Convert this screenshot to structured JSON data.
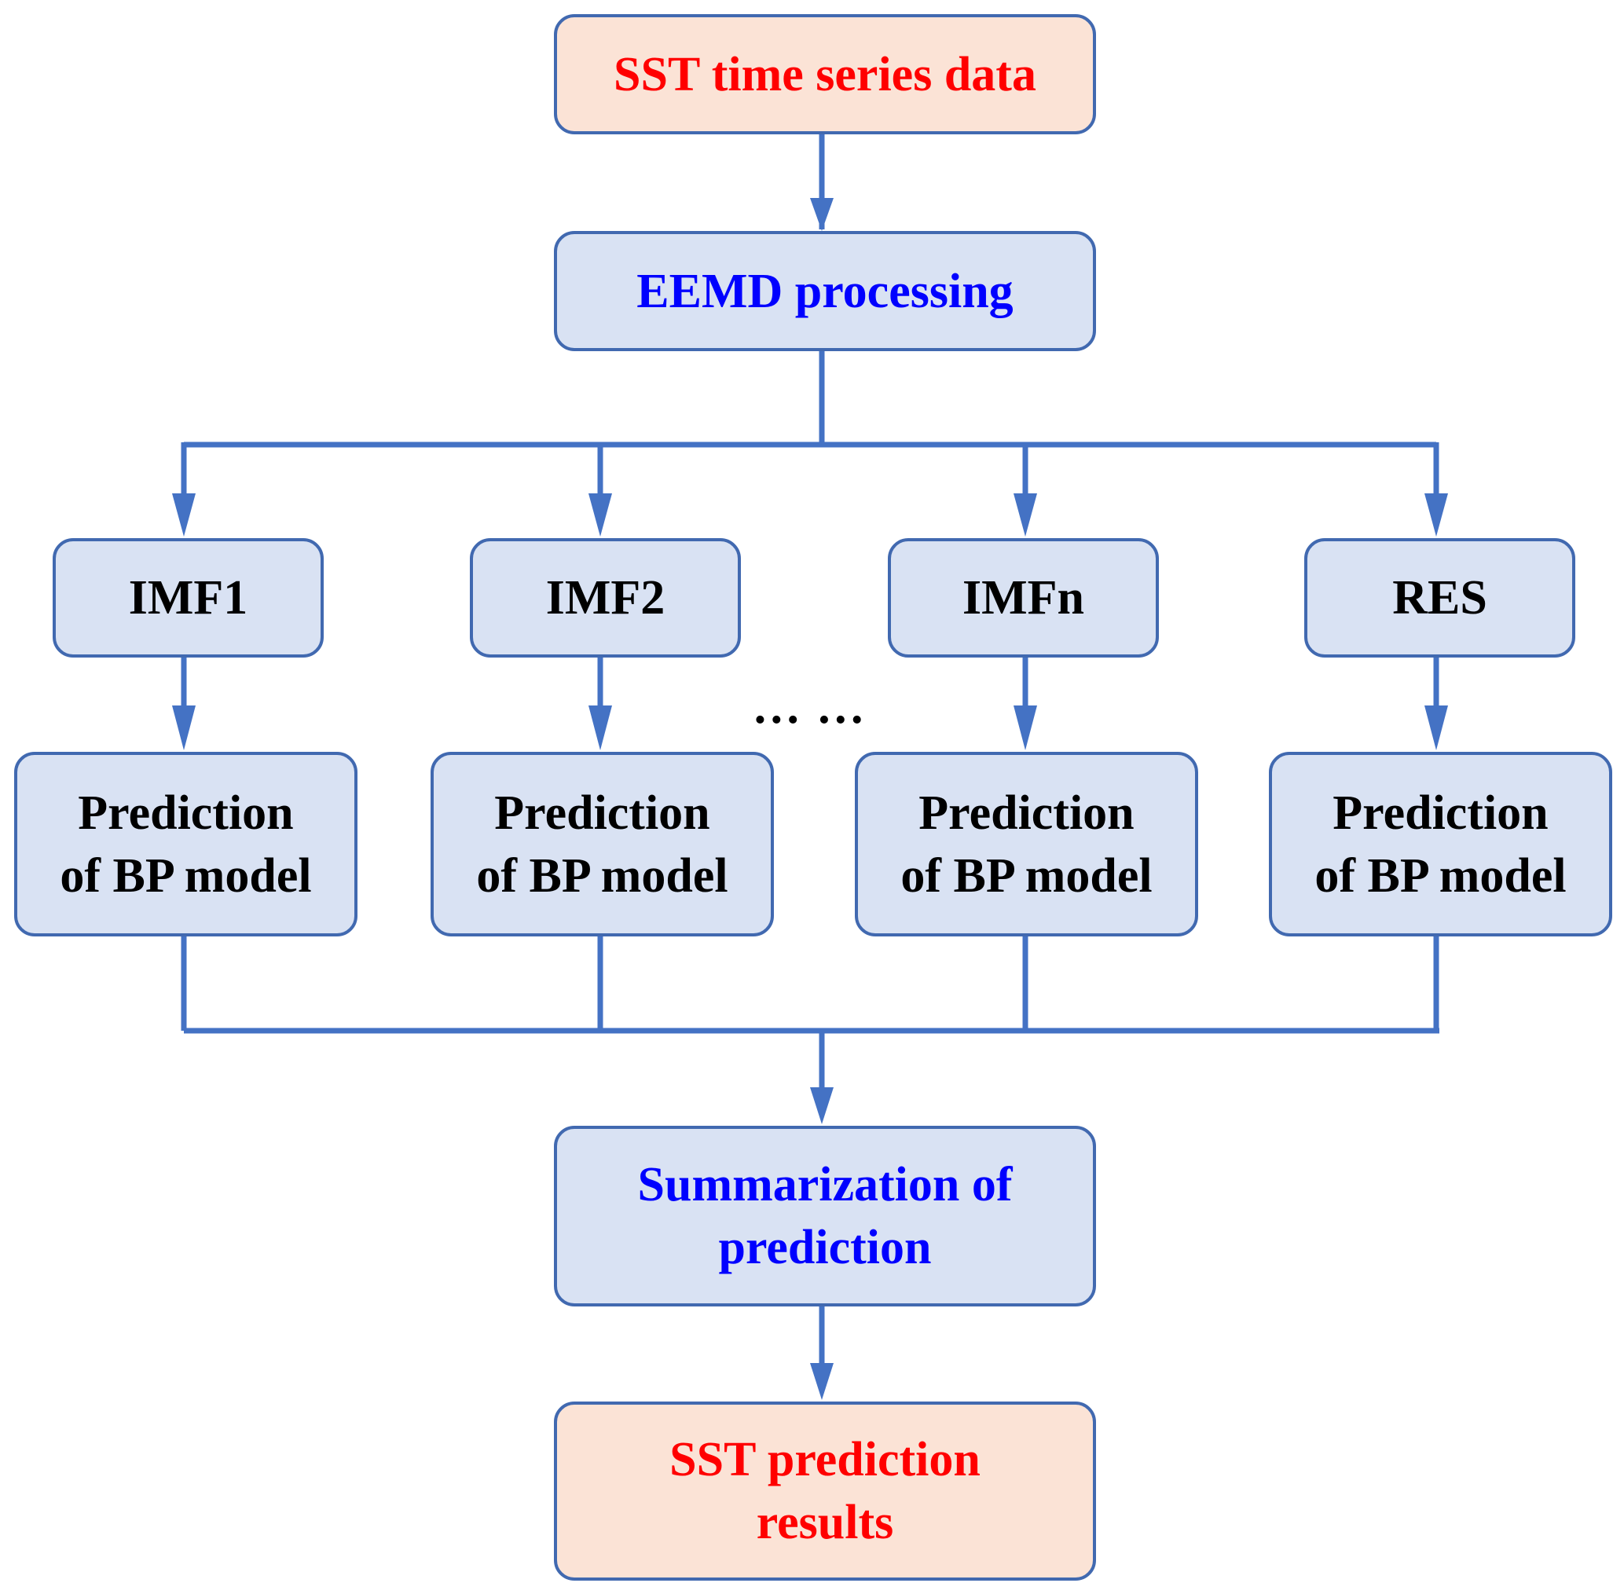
{
  "diagram": {
    "colors": {
      "line": "#4472c4",
      "box_border": "#4169b0",
      "box_fill_blue": "#d9e2f3",
      "box_fill_peach": "#fbe3d6",
      "text_red": "#ff0000",
      "text_blue": "#0000ff",
      "text_black": "#000000"
    },
    "input": {
      "label": "SST time series data"
    },
    "decomposition": {
      "label": "EEMD processing"
    },
    "components": [
      {
        "label": "IMF1",
        "model_label": "Prediction\nof BP model"
      },
      {
        "label": "IMF2",
        "model_label": "Prediction\nof BP model"
      },
      {
        "label": "IMFn",
        "model_label": "Prediction\nof BP model"
      },
      {
        "label": "RES",
        "model_label": "Prediction\nof BP model"
      }
    ],
    "ellipsis": "… …",
    "summary": {
      "label": "Summarization of\nprediction"
    },
    "output": {
      "label": "SST prediction\nresults"
    }
  }
}
